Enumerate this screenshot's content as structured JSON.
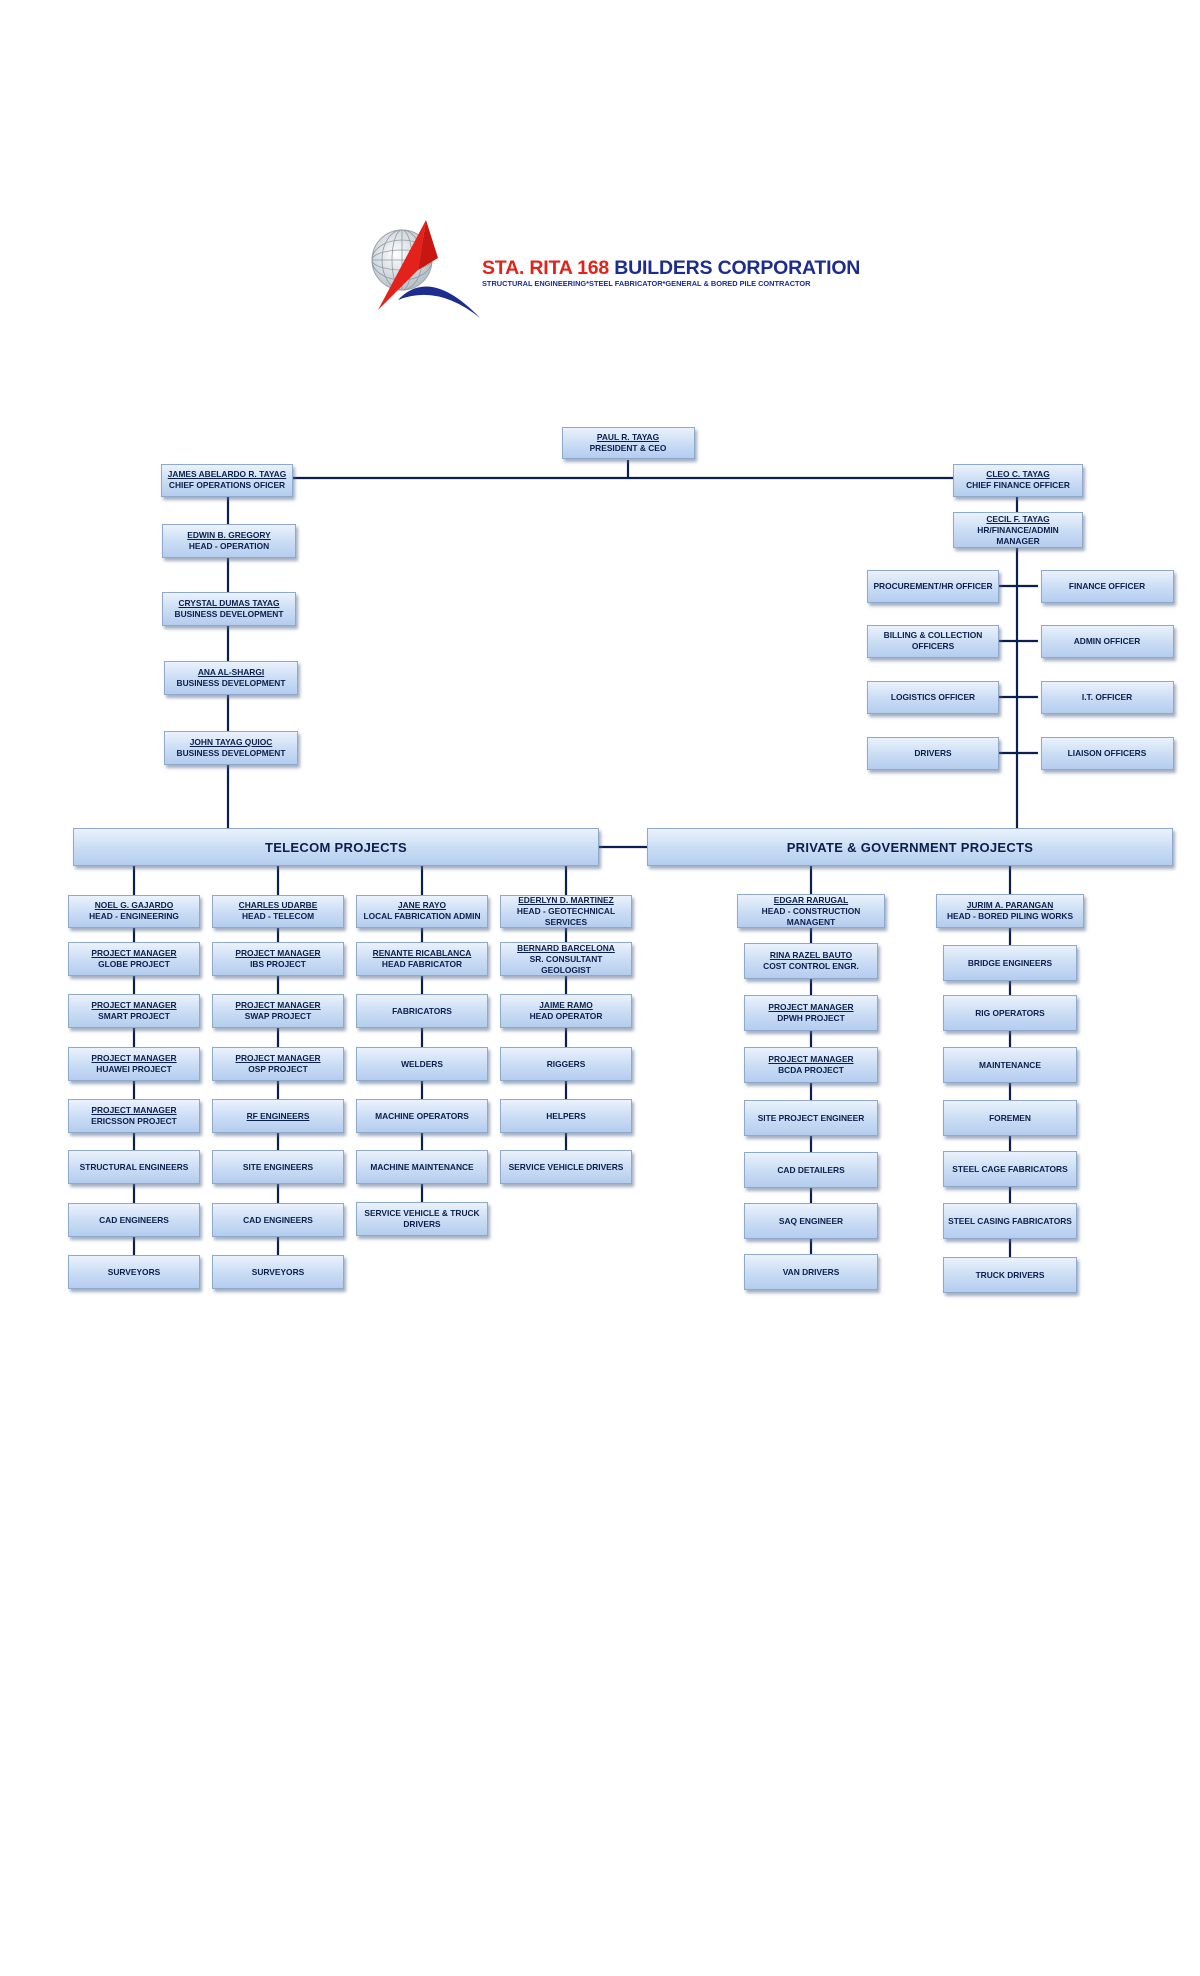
{
  "header": {
    "company_name_part1": "STA. RITA 168",
    "company_name_part2": "BUILDERS CORPORATION",
    "tagline": "STRUCTURAL ENGINEERING*STEEL FABRICATOR*GENERAL & BORED PILE CONTRACTOR",
    "brand_red": "#e3231b",
    "brand_blue": "#1d2d8f"
  },
  "org_chart": {
    "executives": {
      "president": {
        "name": "PAUL R. TAYAG",
        "title": "PRESIDENT & CEO"
      },
      "coo": {
        "name": "JAMES ABELARDO R. TAYAG",
        "title": "CHIEF OPERATIONS OFICER"
      },
      "cfo": {
        "name": "CLEO C. TAYAG",
        "title": "CHIEF FINANCE OFFICER"
      }
    },
    "operations_chain": [
      {
        "name": "EDWIN B. GREGORY",
        "title": "HEAD - OPERATION"
      },
      {
        "name": "CRYSTAL DUMAS TAYAG",
        "title": "BUSINESS DEVELOPMENT"
      },
      {
        "name": "ANA AL-SHARGI",
        "title": "BUSINESS DEVELOPMENT"
      },
      {
        "name": "JOHN TAYAG QUIOC",
        "title": "BUSINESS DEVELOPMENT"
      }
    ],
    "finance": {
      "manager": {
        "name": "CECIL F. TAYAG",
        "title": "HR/FINANCE/ADMIN MANAGER"
      },
      "left_units": [
        "PROCUREMENT/HR OFFICER",
        "BILLING & COLLECTION OFFICERS",
        "LOGISTICS OFFICER",
        "DRIVERS"
      ],
      "right_units": [
        "FINANCE OFFICER",
        "ADMIN OFFICER",
        "I.T. OFFICER",
        "LIAISON OFFICERS"
      ]
    },
    "divisions": {
      "telecom": "TELECOM PROJECTS",
      "private_government": "PRIVATE & GOVERNMENT PROJECTS"
    },
    "telecom_columns": [
      {
        "head": {
          "name": "NOEL G. GAJARDO",
          "title": "HEAD - ENGINEERING"
        },
        "items": [
          {
            "name": "PROJECT MANAGER",
            "title": "GLOBE PROJECT"
          },
          {
            "name": "PROJECT MANAGER",
            "title": "SMART PROJECT"
          },
          {
            "name": "PROJECT MANAGER",
            "title": "HUAWEI PROJECT"
          },
          {
            "name": "PROJECT MANAGER",
            "title": "ERICSSON PROJECT"
          },
          {
            "name": "",
            "title": "STRUCTURAL ENGINEERS"
          },
          {
            "name": "",
            "title": "CAD ENGINEERS"
          },
          {
            "name": "",
            "title": "SURVEYORS"
          }
        ]
      },
      {
        "head": {
          "name": "CHARLES UDARBE",
          "title": "HEAD - TELECOM"
        },
        "items": [
          {
            "name": "PROJECT MANAGER",
            "title": "IBS PROJECT"
          },
          {
            "name": "PROJECT MANAGER",
            "title": "SWAP PROJECT"
          },
          {
            "name": "PROJECT MANAGER",
            "title": "OSP PROJECT"
          },
          {
            "name": "RF ENGINEERS",
            "title": ""
          },
          {
            "name": "",
            "title": "SITE ENGINEERS"
          },
          {
            "name": "",
            "title": "CAD ENGINEERS"
          },
          {
            "name": "",
            "title": "SURVEYORS"
          }
        ]
      },
      {
        "head": {
          "name": "JANE RAYO",
          "title": "LOCAL FABRICATION ADMIN"
        },
        "items": [
          {
            "name": "RENANTE RICABLANCA",
            "title": "HEAD FABRICATOR"
          },
          {
            "name": "",
            "title": "FABRICATORS"
          },
          {
            "name": "",
            "title": "WELDERS"
          },
          {
            "name": "",
            "title": "MACHINE OPERATORS"
          },
          {
            "name": "",
            "title": "MACHINE MAINTENANCE"
          },
          {
            "name": "",
            "title": "SERVICE VEHICLE & TRUCK DRIVERS"
          }
        ]
      },
      {
        "head": {
          "name": "EDERLYN D. MARTINEZ",
          "title": "HEAD - GEOTECHNICAL SERVICES"
        },
        "items": [
          {
            "name": "BERNARD BARCELONA",
            "title": "SR. CONSULTANT GEOLOGIST"
          },
          {
            "name": "JAIME RAMO",
            "title": "HEAD OPERATOR"
          },
          {
            "name": "",
            "title": "RIGGERS"
          },
          {
            "name": "",
            "title": "HELPERS"
          },
          {
            "name": "",
            "title": "SERVICE VEHICLE DRIVERS"
          }
        ]
      }
    ],
    "private_columns": [
      {
        "head": {
          "name": "EDGAR RARUGAL",
          "title": "HEAD - CONSTRUCTION MANAGENT"
        },
        "items": [
          {
            "name": "RINA RAZEL BAUTO",
            "title": "COST CONTROL ENGR."
          },
          {
            "name": "PROJECT MANAGER",
            "title": "DPWH PROJECT"
          },
          {
            "name": "PROJECT MANAGER",
            "title": "BCDA PROJECT"
          },
          {
            "name": "",
            "title": "SITE PROJECT ENGINEER"
          },
          {
            "name": "",
            "title": "CAD DETAILERS"
          },
          {
            "name": "",
            "title": "SAQ ENGINEER"
          },
          {
            "name": "",
            "title": "VAN DRIVERS"
          }
        ]
      },
      {
        "head": {
          "name": "JURIM A. PARANGAN",
          "title": "HEAD - BORED PILING WORKS"
        },
        "items": [
          {
            "name": "",
            "title": "BRIDGE ENGINEERS"
          },
          {
            "name": "",
            "title": "RIG OPERATORS"
          },
          {
            "name": "",
            "title": "MAINTENANCE"
          },
          {
            "name": "",
            "title": "FOREMEN"
          },
          {
            "name": "",
            "title": "STEEL CAGE FABRICATORS"
          },
          {
            "name": "",
            "title": "STEEL CASING FABRICATORS"
          },
          {
            "name": "",
            "title": "TRUCK DRIVERS"
          }
        ]
      }
    ]
  }
}
